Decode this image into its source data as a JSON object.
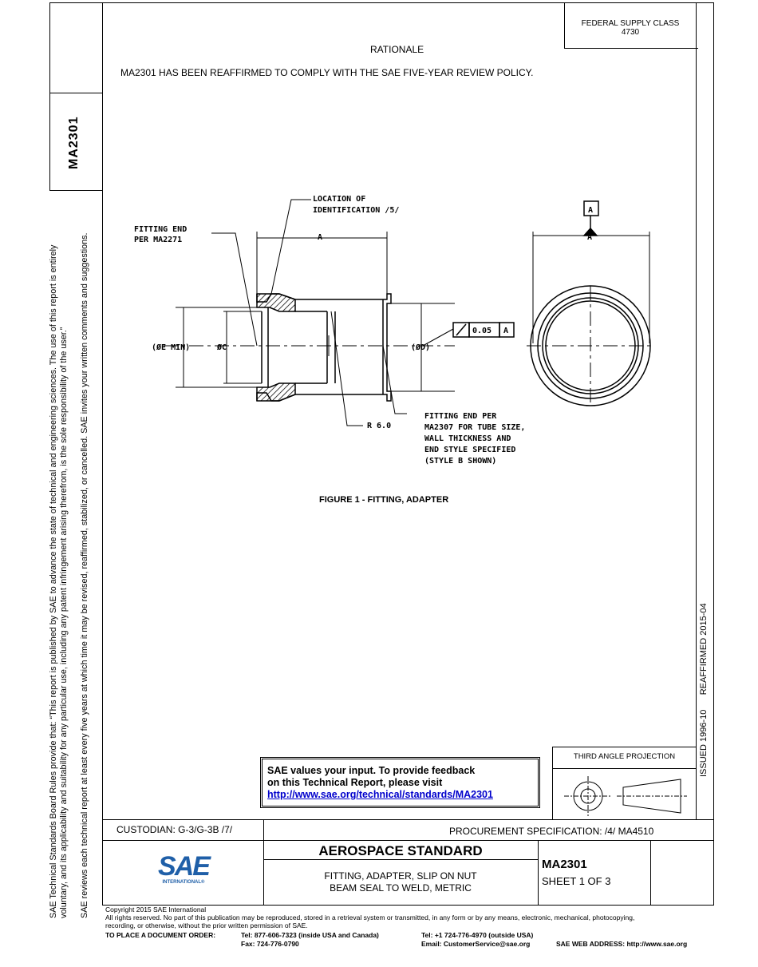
{
  "header": {
    "fsc_label": "FEDERAL SUPPLY CLASS",
    "fsc_value": "4730",
    "doc_number": "MA2301"
  },
  "rationale": {
    "heading": "RATIONALE",
    "text": "MA2301 HAS BEEN REAFFIRMED TO COMPLY WITH THE SAE FIVE-YEAR REVIEW POLICY."
  },
  "side_notice": {
    "line1": "SAE Technical Standards Board Rules provide that: “This report is published by SAE to advance the state of technical and engineering sciences. The use of this report is entirely",
    "line2": "voluntary, and its applicability and suitability for any particular use, including any patent infringement arising therefrom, is the sole responsibility of the user.”",
    "line3": "SAE reviews each technical report at least every five years at which time it may be revised, reaffirmed, stabilized, or cancelled. SAE invites your written comments and suggestions."
  },
  "issue_info": "ISSUED 1996-10      REAFFIRMED 2015-04",
  "drawing": {
    "location_id": "LOCATION OF",
    "location_id2": "IDENTIFICATION /5/",
    "fitting_end1": "FITTING END",
    "fitting_end1b": "PER MA2271",
    "dim_a": "A",
    "dim_e": "(ØE MIN)",
    "dim_c": "ØC",
    "dim_d": "(ØD)",
    "tolerance": "0.05",
    "datum": "A",
    "radius": "R 6.0",
    "fitting_end2": "FITTING END PER",
    "fitting_end2b": "MA2307 FOR TUBE SIZE,",
    "fitting_end2c": "WALL THICKNESS AND",
    "fitting_end2d": "END STYLE SPECIFIED",
    "fitting_end2e": "(STYLE B SHOWN)",
    "figure_caption": "FIGURE 1 - FITTING, ADAPTER"
  },
  "feedback": {
    "line1": "SAE values your input. To provide feedback",
    "line2": "on this Technical Report, please visit",
    "link": "http://www.sae.org/technical/standards/MA2301"
  },
  "projection": {
    "label": "THIRD ANGLE PROJECTION"
  },
  "title_block": {
    "custodian": "CUSTODIAN: G-3/G-3B /7/",
    "procurement": "PROCUREMENT SPECIFICATION: /4/ MA4510",
    "standard_type": "AEROSPACE STANDARD",
    "title1": "FITTING, ADAPTER, SLIP ON NUT",
    "title2": "BEAM SEAL TO WELD, METRIC",
    "doc_number": "MA2301",
    "sheet": "SHEET 1 OF 3",
    "logo_text": "SAE",
    "logo_sub": "INTERNATIONAL®"
  },
  "footer": {
    "copyright": "Copyright 2015 SAE International",
    "rights": "All rights reserved. No part of this publication may be reproduced, stored in a retrieval system or transmitted, in any form or by any means, electronic, mechanical, photocopying,",
    "rights2": "recording, or otherwise, without the prior written permission of SAE.",
    "order_label": "TO PLACE A DOCUMENT ORDER:",
    "tel_us": "Tel:  877-606-7323 (inside USA and Canada)",
    "tel_intl": "Tel:  +1 724-776-4970 (outside USA)",
    "fax": "Fax:  724-776-0790",
    "email": "Email: CustomerService@sae.org",
    "web": "SAE WEB ADDRESS: http://www.sae.org"
  },
  "colors": {
    "logo_blue": "#1f5fa8"
  }
}
